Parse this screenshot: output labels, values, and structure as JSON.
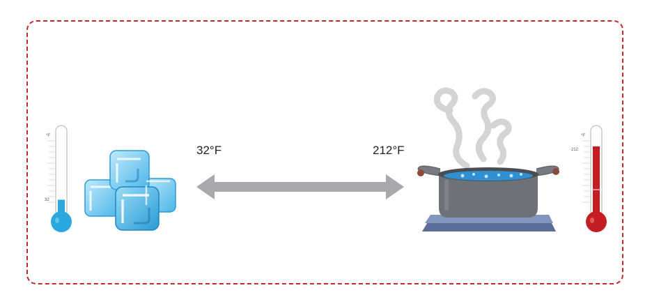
{
  "labels": {
    "left": "32°F",
    "right": "212°F"
  },
  "thermometers": {
    "cold": {
      "unit": "°F",
      "reading": "32",
      "fill_fraction": 0.22,
      "color": "#29a7df"
    },
    "hot": {
      "unit": "°F",
      "reading": "212",
      "fill_fraction": 0.88,
      "color": "#c41e24"
    }
  },
  "icons": {
    "ice": "ice-cubes-icon",
    "pot": "boiling-pot-icon",
    "arrow": "double-arrow-icon"
  },
  "colors": {
    "frame": "#c0282e",
    "arrow": "#a8a9ad"
  }
}
